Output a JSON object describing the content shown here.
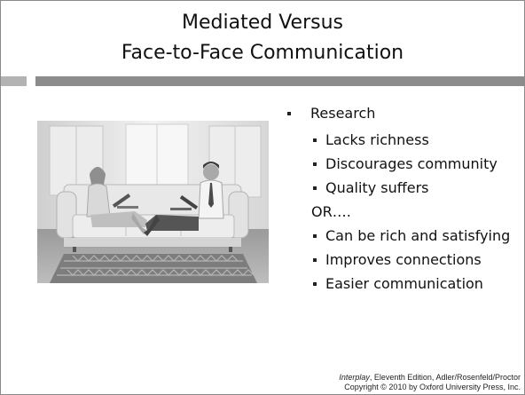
{
  "slide": {
    "title_line1": "Mediated Versus",
    "title_line2": "Face-to-Face Communication"
  },
  "photo": {
    "description_icon": "couple-on-sofa-with-laptops-image"
  },
  "bullets": {
    "heading": "Research",
    "group1": [
      "Lacks richness",
      "Discourages community",
      "Quality suffers"
    ],
    "or_label": "OR….",
    "group2": [
      "Can be rich and satisfying",
      "Improves connections",
      "Easier communication"
    ]
  },
  "credit": {
    "book_title": "Interplay",
    "line1_rest": ", Eleventh Edition, Adler/Rosenfeld/Proctor",
    "line2": "Copyright © 2010 by Oxford University Press, Inc."
  },
  "colors": {
    "rule_light": "#b3b3b3",
    "rule_dark": "#8c8c8c"
  }
}
